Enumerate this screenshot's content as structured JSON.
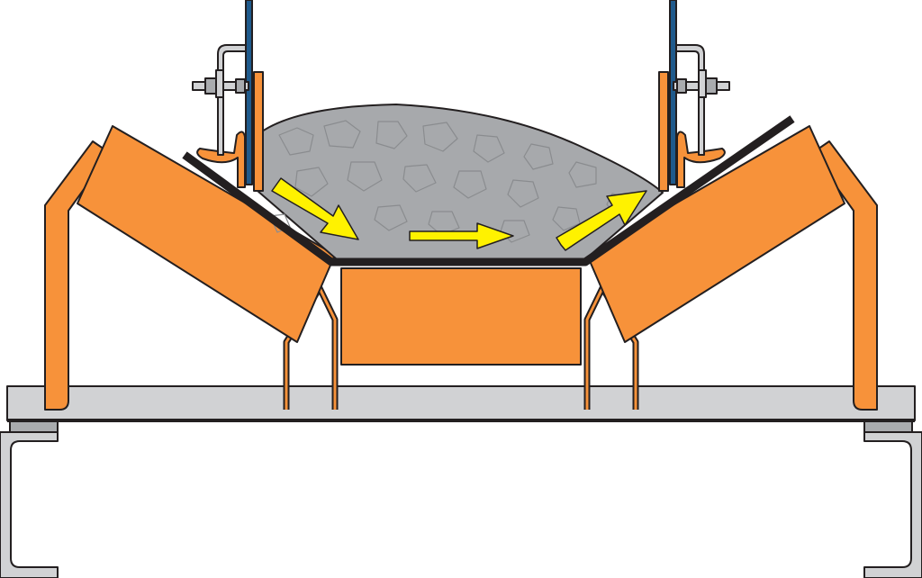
{
  "diagram": {
    "title": "",
    "colors": {
      "roller": "#F7923A",
      "steel": "#D1D2D4",
      "steel_dark": "#A9ABAE",
      "material": "#A7A9AC",
      "belt": "#231F20",
      "skirtboard": "#1F5A8C",
      "arrow": "#FFF200",
      "outline": "#231F20"
    },
    "components": [
      "troughing-idler-frame",
      "center-roller",
      "left-wing-roller",
      "right-wing-roller",
      "conveyor-belt",
      "bulk-material-load",
      "skirtboards",
      "skirt-seals",
      "skirt-clamps",
      "channel-stringers",
      "material-flow-arrows"
    ]
  }
}
